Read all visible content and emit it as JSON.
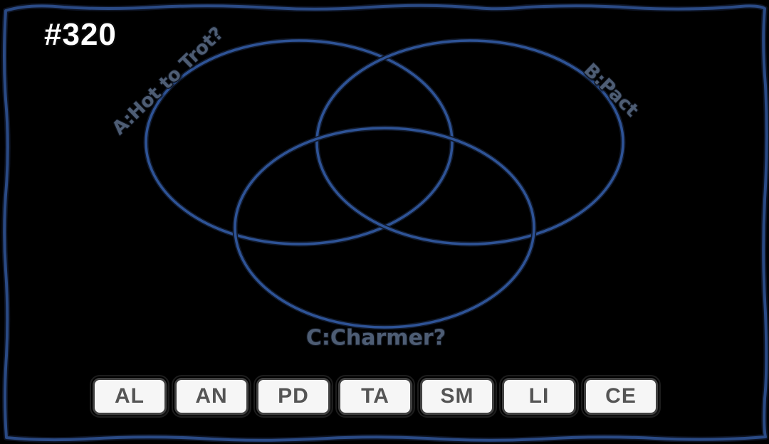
{
  "header": {
    "puzzle_number": "#320"
  },
  "venn": {
    "sets": [
      {
        "key": "A",
        "label": "A:Hot to Trot?"
      },
      {
        "key": "B",
        "label": "B:Pact"
      },
      {
        "key": "C",
        "label": "C:Charmer?"
      }
    ],
    "circle_stroke_color": "#2e5396",
    "circle_outline_color": "#10192b",
    "label_color": "#4e5d74"
  },
  "answer_tray": {
    "buttons": [
      "AL",
      "AN",
      "PD",
      "TA",
      "SM",
      "LI",
      "CE"
    ]
  },
  "theme": {
    "background": "#000000",
    "frame_color": "#2a4a85",
    "frame_outline_color": "#0d1424",
    "title_color": "#ffffff",
    "button_background": "#f6f6f6",
    "button_border": "#414141",
    "button_text": "#555555"
  }
}
